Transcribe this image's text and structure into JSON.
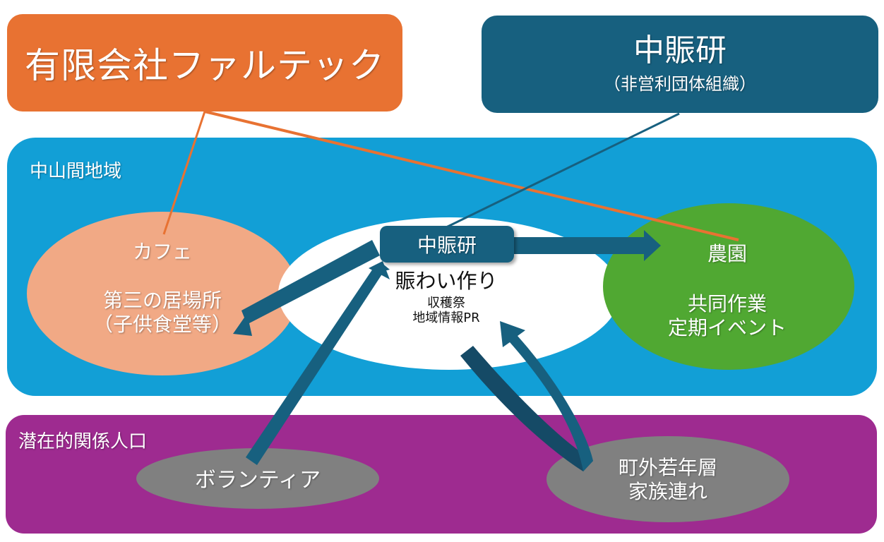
{
  "colors": {
    "orange": "#E87232",
    "navy": "#17607F",
    "navy_dark": "#154A66",
    "blue_region": "#129FD6",
    "purple_region": "#9E2B90",
    "salmon": "#F1A985",
    "green": "#50A832",
    "grey": "#808080",
    "white": "#FFFFFF"
  },
  "company_box": {
    "label": "有限会社ファルテック"
  },
  "org_box": {
    "title": "中賑研",
    "subtitle": "（非営利団体組織）"
  },
  "region_middle_mountain": {
    "label": "中山間地域",
    "cafe": {
      "title": "カフェ",
      "line1": "第三の居場所",
      "line2": "（子供食堂等）"
    },
    "center": {
      "badge": "中賑研",
      "title": "賑わい作り",
      "line1": "収穫祭",
      "line2": "地域情報PR"
    },
    "farm": {
      "title": "農園",
      "line1": "共同作業",
      "line2": "定期イベント"
    }
  },
  "region_potential": {
    "label": "潜在的関係人口",
    "volunteer": {
      "label": "ボランティア"
    },
    "young": {
      "line1": "町外若年層",
      "line2": "家族連れ"
    }
  }
}
